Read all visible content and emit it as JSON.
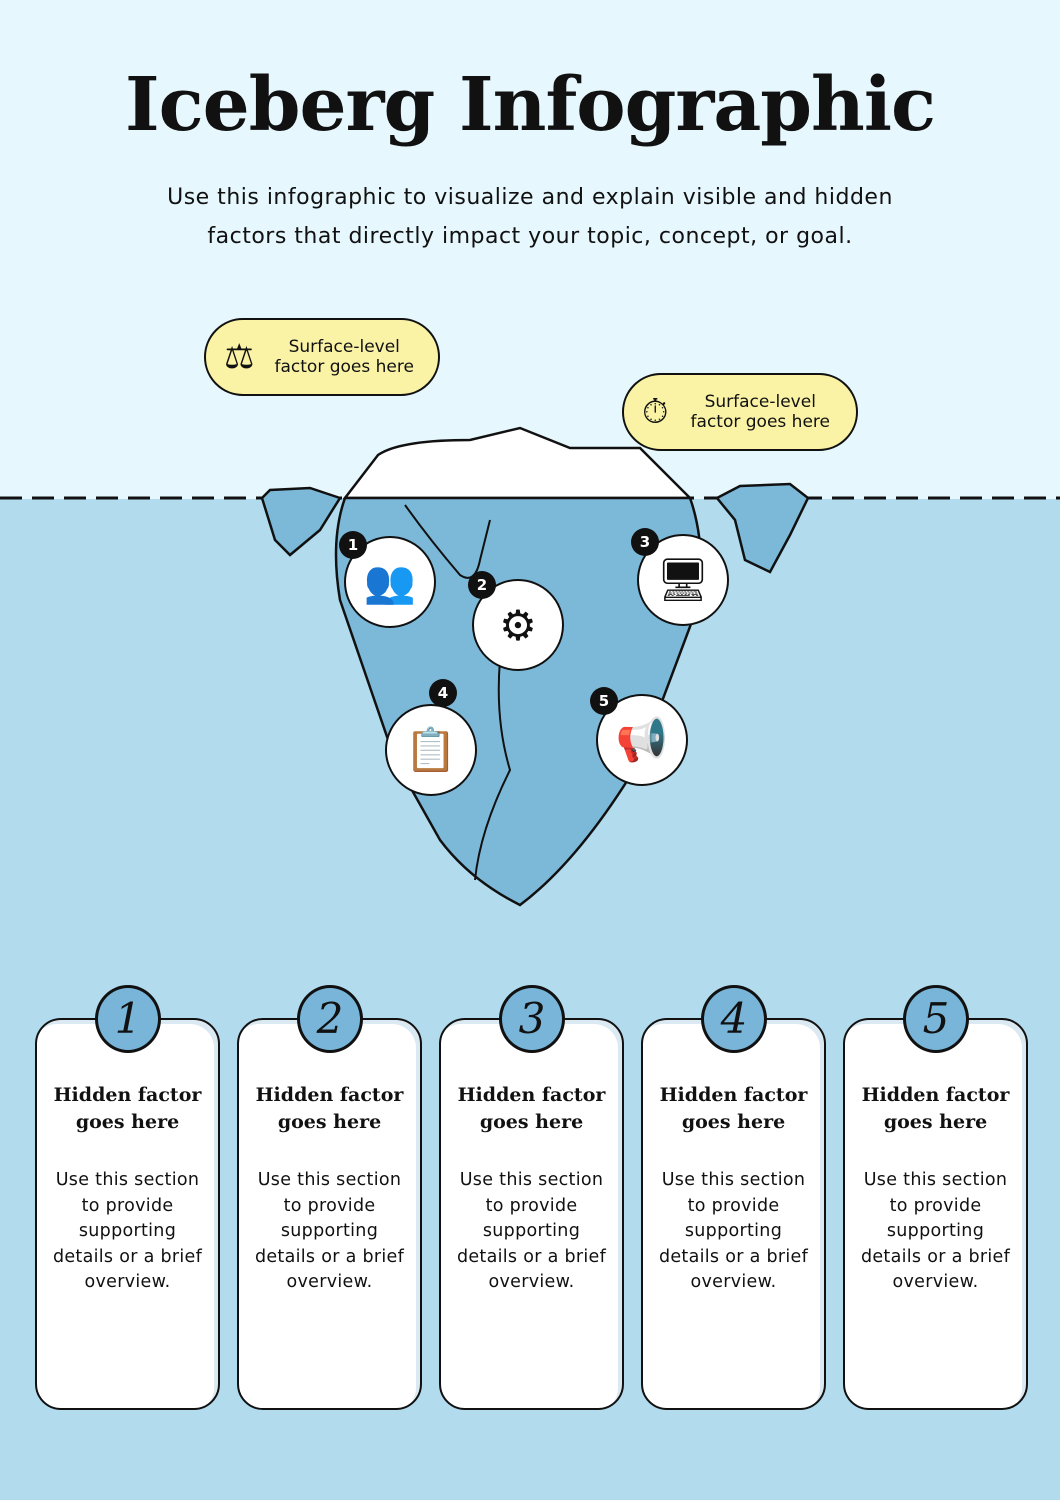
{
  "title": "Iceberg Infographic",
  "subtitle": "Use this infographic to visualize and explain visible and hidden factors that directly impact your topic, concept, or goal.",
  "surface": [
    {
      "icon": "scales-dollar-icon",
      "label": "Surface-level factor goes here"
    },
    {
      "icon": "stopwatch-check-icon",
      "label": "Surface-level factor goes here"
    }
  ],
  "markers": [
    "1",
    "2",
    "3",
    "4",
    "5"
  ],
  "cards": [
    {
      "num": "1",
      "title": "Hidden factor goes here",
      "desc": "Use this section to provide supporting details or a brief overview."
    },
    {
      "num": "2",
      "title": "Hidden factor goes here",
      "desc": "Use this section to provide supporting details or a brief overview."
    },
    {
      "num": "3",
      "title": "Hidden factor goes here",
      "desc": "Use this section to provide supporting details or a brief overview."
    },
    {
      "num": "4",
      "title": "Hidden factor goes here",
      "desc": "Use this section to provide supporting details or a brief overview."
    },
    {
      "num": "5",
      "title": "Hidden factor goes here",
      "desc": "Use this section to provide supporting details or a brief overview."
    }
  ],
  "colors": {
    "sky": "#e6f7fd",
    "water": "#b3dbee",
    "iceberg": "#7cb9d9",
    "bubble": "#faf3a6"
  }
}
